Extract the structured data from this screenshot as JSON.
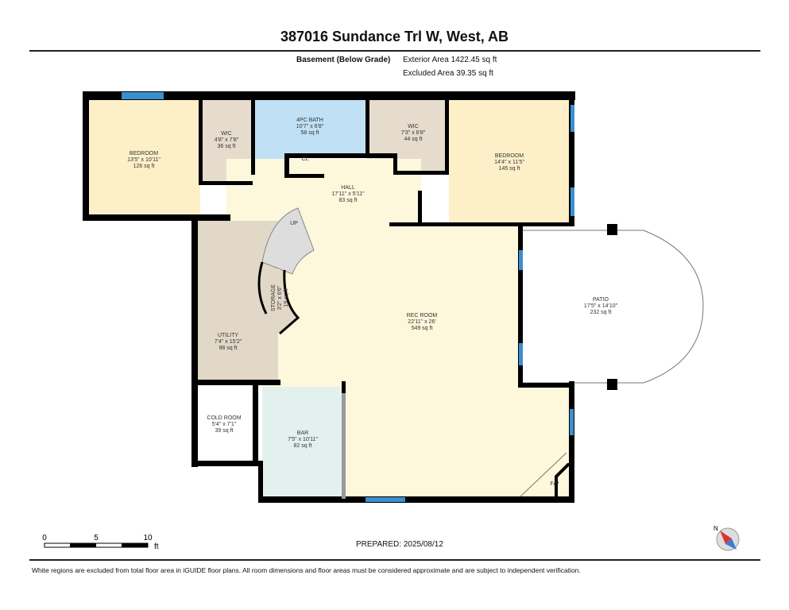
{
  "title": "387016 Sundance Trl W, West, AB",
  "floor": {
    "name": "Basement (Below Grade)",
    "exterior_area": "Exterior Area 1422.45 sq ft",
    "excluded_area": "Excluded Area 39.35 sq ft"
  },
  "rooms": {
    "bedroom1": {
      "name": "BEDROOM",
      "dims": "13'5\" x 10'11\"",
      "area": "126 sq ft"
    },
    "wic1": {
      "name": "WIC",
      "dims": "4'8\" x 7'8\"",
      "area": "36 sq ft"
    },
    "bath": {
      "name": "4PC BATH",
      "dims": "10'7\" x 6'8\"",
      "area": "58 sq ft"
    },
    "cl": {
      "name": "CL"
    },
    "wic2": {
      "name": "WIC",
      "dims": "7'3\" x 6'8\"",
      "area": "44 sq ft"
    },
    "bedroom2": {
      "name": "BEDROOM",
      "dims": "14'4\" x 11'5\"",
      "area": "145 sq ft"
    },
    "hall": {
      "name": "HALL",
      "dims": "17'11\" x 5'11\"",
      "area": "83 sq ft"
    },
    "stairs": {
      "name": "UP"
    },
    "storage": {
      "name": "STORAGE",
      "dims": "3'2\" x 6'6\"",
      "area": "19 sq ft"
    },
    "utility": {
      "name": "UTILITY",
      "dims": "7'4\" x 15'2\"",
      "area": "98 sq ft"
    },
    "rec": {
      "name": "REC ROOM",
      "dims": "22'11\" x 26'",
      "area": "549 sq ft"
    },
    "patio": {
      "name": "PATIO",
      "dims": "17'5\" x 14'10\"",
      "area": "232 sq ft"
    },
    "cold": {
      "name": "COLD ROOM",
      "dims": "5'4\" x 7'1\"",
      "area": "39 sq ft"
    },
    "bar": {
      "name": "BAR",
      "dims": "7'5\" x 10'11\"",
      "area": "82 sq ft"
    },
    "fp": {
      "name": "F/P"
    }
  },
  "colors": {
    "bedroom": "#fdf0c8",
    "wic": "#e6dccd",
    "bath": "#bfe0f5",
    "hall": "#fdf7dc",
    "utility": "#e2d8c8",
    "bar": "#e3f1ee",
    "wall": "#000000",
    "window": "#3a8fcf"
  },
  "scale": {
    "labels": [
      "0",
      "5",
      "10"
    ],
    "unit": "ft"
  },
  "prepared": "PREPARED: 2025/08/12",
  "compass_icon": "north-arrow-icon",
  "footer": "White regions are excluded from total floor area in iGUIDE floor plans. All room dimensions and floor areas must be considered approximate and are subject to independent verification."
}
